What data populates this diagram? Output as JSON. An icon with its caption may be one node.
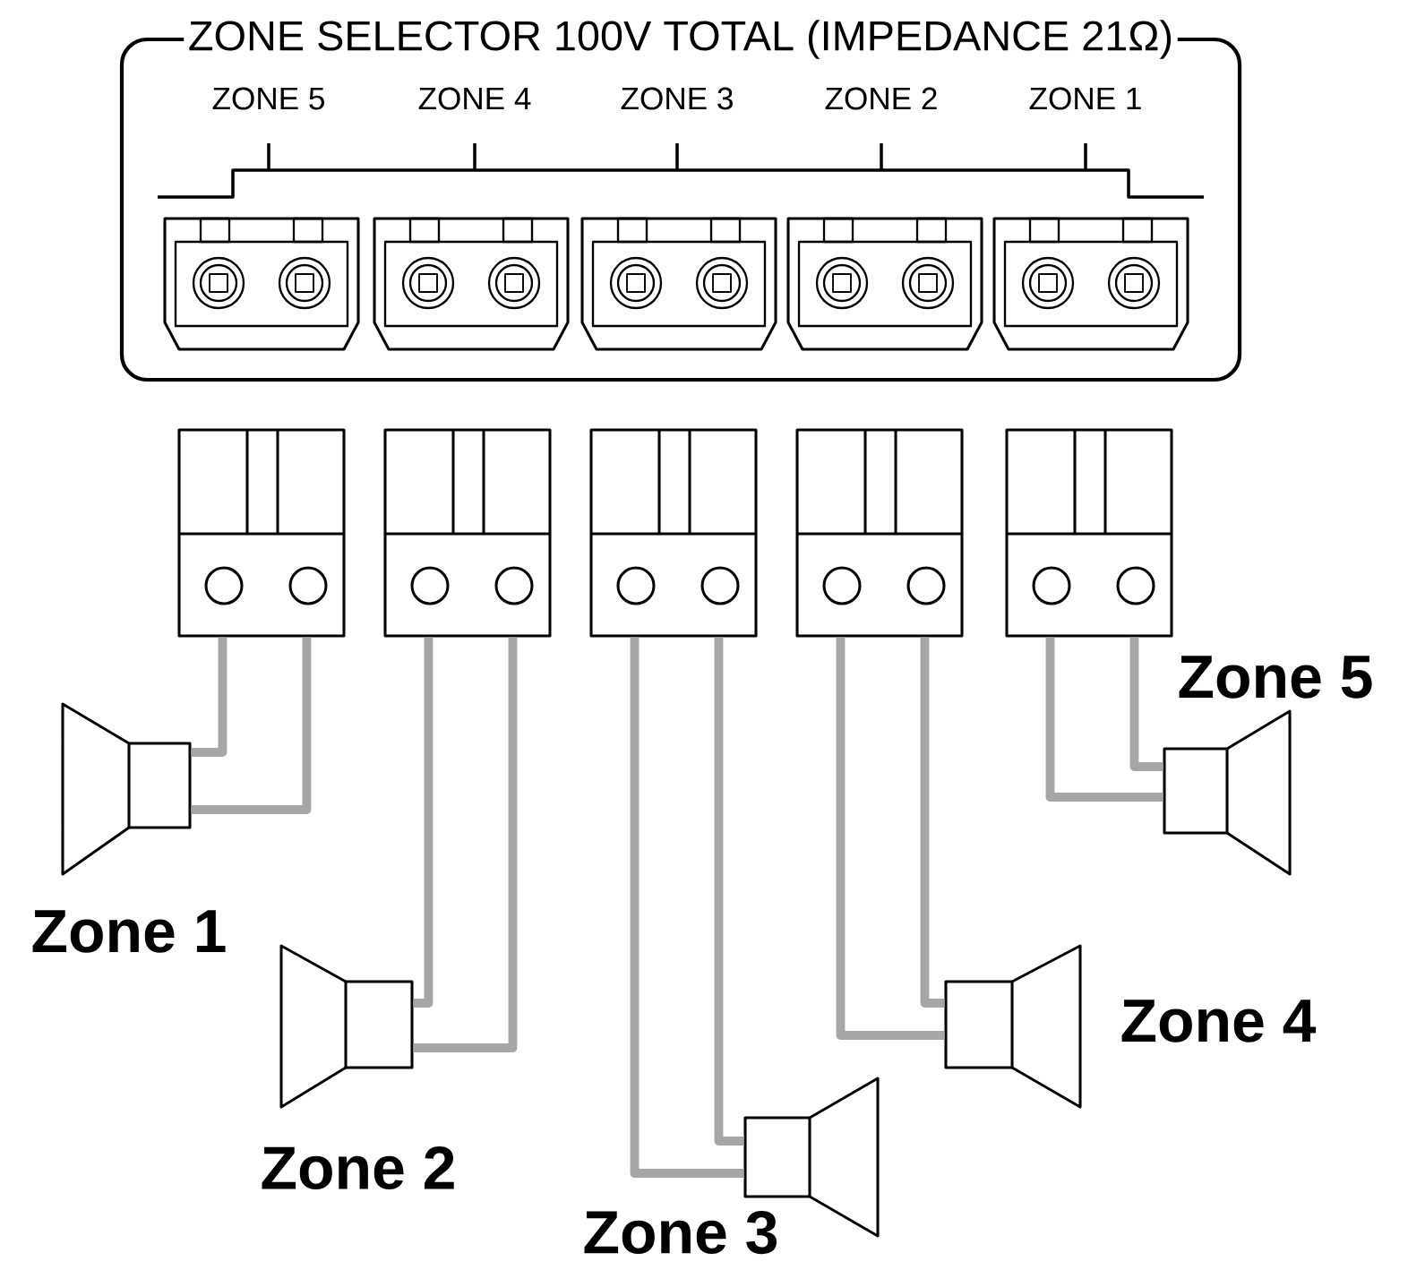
{
  "diagram": {
    "nodes": [
      {
        "text": [
          "ZONE SELECTOR 100V TOTAL (IMPEDANCE 21Ω)"
        ]
      },
      {
        "text": [],
        "shape": "box"
      },
      {
        "text": [],
        "shape": "box"
      },
      {
        "text": [],
        "shape": "box"
      },
      {
        "text": [],
        "shape": "box"
      },
      {
        "text": [],
        "shape": "box"
      },
      {
        "text": [],
        "shape": "picture",
        "beside": [
          "Zone 1"
        ]
      },
      {
        "text": [],
        "shape": "picture",
        "beside": [
          "Zone 2"
        ]
      },
      {
        "text": [],
        "shape": "picture",
        "beside": [
          "Zone 3"
        ]
      },
      {
        "text": [],
        "shape": "picture",
        "beside": [
          "Zone 4"
        ]
      },
      {
        "text": [],
        "shape": "picture",
        "beside": [
          "Zone 5"
        ]
      }
    ],
    "edges": [
      {
        "from": 1,
        "to": 6,
        "arrow": "none"
      },
      {
        "from": 1,
        "to": 6,
        "arrow": "none"
      },
      {
        "from": 2,
        "to": 7,
        "arrow": "none"
      },
      {
        "from": 2,
        "to": 7,
        "arrow": "none"
      },
      {
        "from": 3,
        "to": 8,
        "arrow": "none"
      },
      {
        "from": 3,
        "to": 8,
        "arrow": "none"
      },
      {
        "from": 4,
        "to": 9,
        "arrow": "none"
      },
      {
        "from": 4,
        "to": 9,
        "arrow": "none"
      },
      {
        "from": 5,
        "to": 10,
        "arrow": "none"
      },
      {
        "from": 5,
        "to": 10,
        "arrow": "none"
      }
    ],
    "labels": [
      "ZONE 5",
      "ZONE 4",
      "ZONE 3",
      "ZONE 2",
      "ZONE 1"
    ]
  }
}
